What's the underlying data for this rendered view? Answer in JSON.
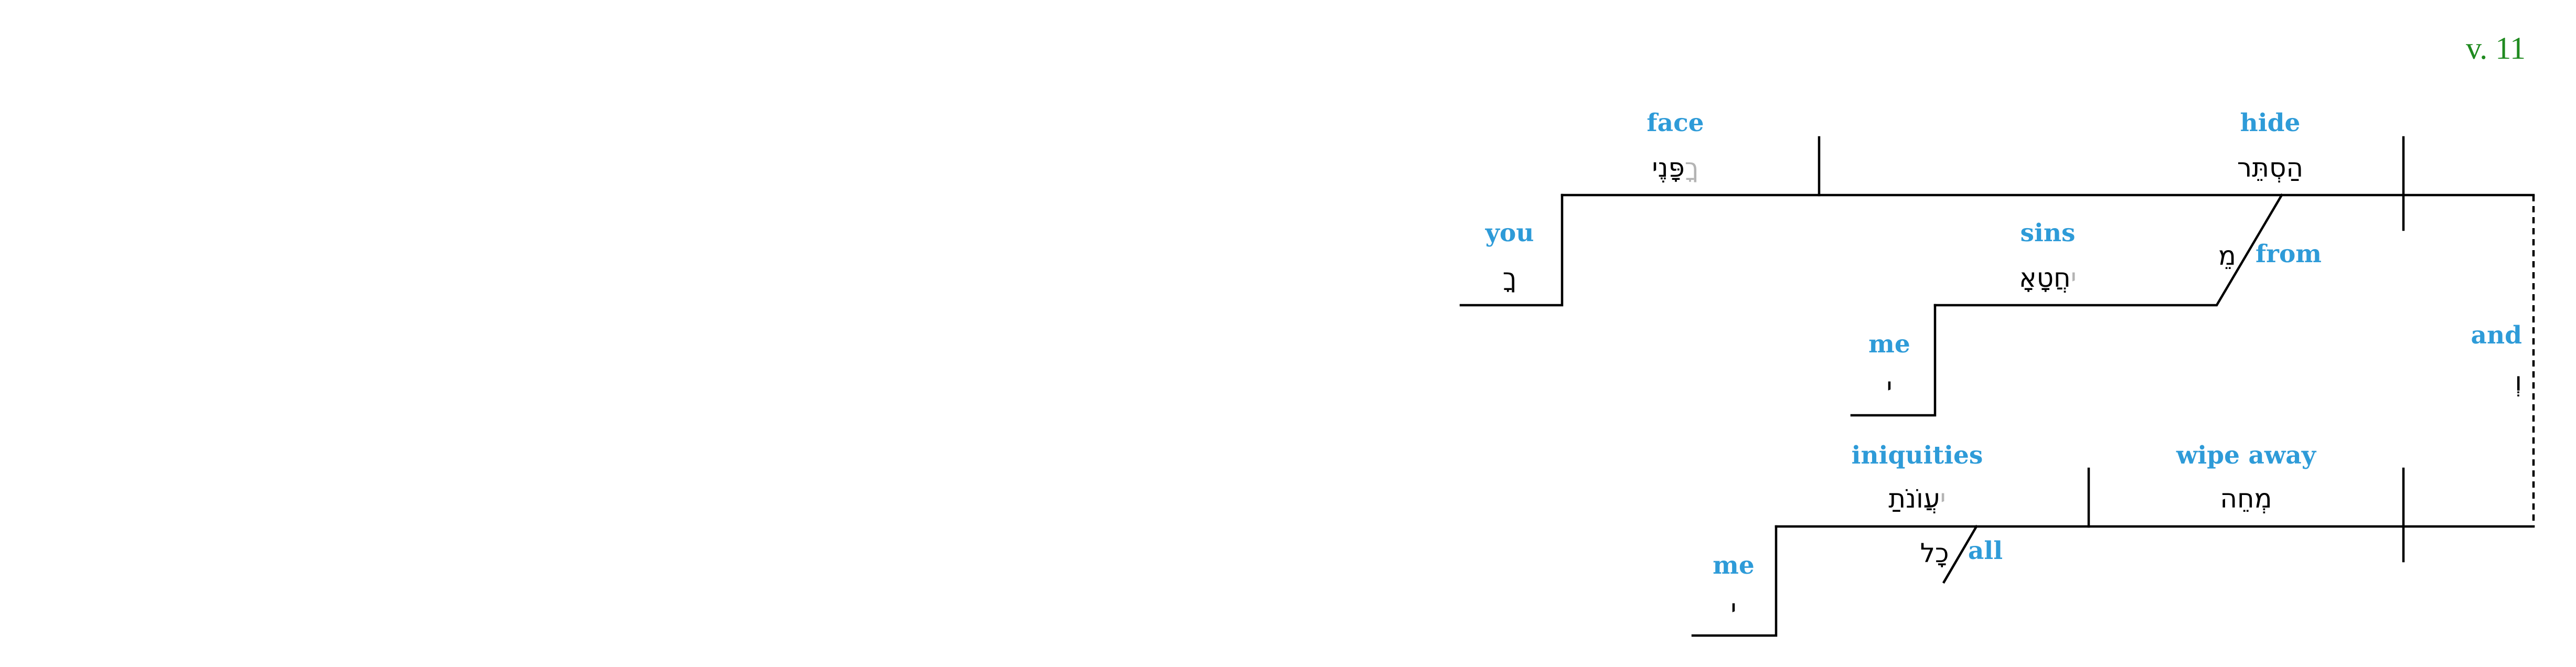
{
  "verse_label": "v. 11",
  "colors": {
    "gloss": "#2e9bd8",
    "hebrew": "#000000",
    "hebrew_faint": "#b4b4b4",
    "verse": "#1f8a1f",
    "lines": "#000000"
  },
  "clause1": {
    "verb": {
      "hebrew": "הַסְתֵּר",
      "gloss": "hide"
    },
    "object": {
      "hebrew_main": "פָּנֶי",
      "hebrew_faint": "ךָ",
      "gloss": "face"
    },
    "possessor": {
      "hebrew": "ךָ",
      "gloss": "you"
    },
    "preposition": {
      "hebrew": "מֵ",
      "gloss": "from"
    },
    "prep_object": {
      "hebrew": "חֲטָאָ",
      "hebrew_faint": "י",
      "gloss": "sins"
    },
    "prep_possessor": {
      "hebrew": "י",
      "gloss": "me"
    }
  },
  "conjunction": {
    "hebrew": "וְ",
    "gloss": "and"
  },
  "clause2": {
    "verb": {
      "hebrew": "מְחֵה",
      "gloss": "wipe away"
    },
    "object": {
      "hebrew": "עֲוֹנֹתַ",
      "hebrew_faint": "י",
      "gloss": "iniquities"
    },
    "modifier": {
      "hebrew": "כָל",
      "gloss": "all"
    },
    "possessor": {
      "hebrew": "י",
      "gloss": "me"
    }
  }
}
